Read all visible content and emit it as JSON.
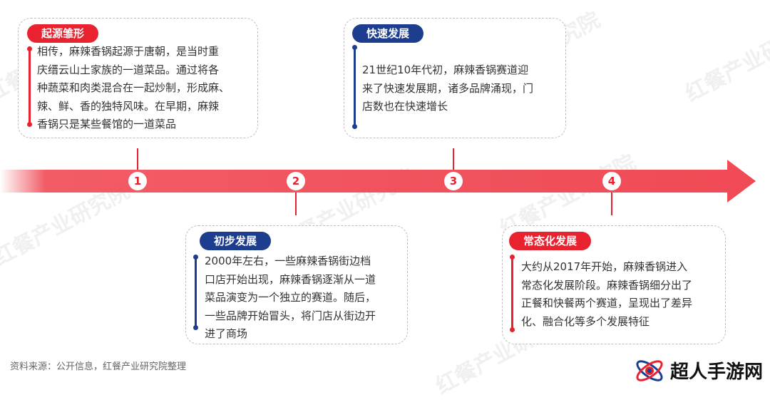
{
  "watermark": "红餐产业研究院",
  "timeline": [
    {
      "number": "1",
      "title": "起源雏形",
      "theme": "red",
      "lines": [
        "相传，麻辣香锅起源于唐朝，是当时重",
        "庆缙云山土家族的一道菜品。通过将各",
        "种蔬菜和肉类混合在一起炒制，形成麻、",
        "辣、鲜、香的独特风味。在早期，麻辣",
        "香锅只是某些餐馆的一道菜品"
      ]
    },
    {
      "number": "2",
      "title": "初步发展",
      "theme": "blue",
      "lines": [
        "2000年左右，一些麻辣香锅街边档",
        "口店开始出现，麻辣香锅逐渐从一道",
        "菜品演变为一个独立的赛道。随后，",
        "一些品牌开始冒头，将门店从街边开",
        "进了商场"
      ]
    },
    {
      "number": "3",
      "title": "快速发展",
      "theme": "blue",
      "lines": [
        "21世纪10年代初，麻辣香锅赛道迎",
        "来了快速发展期，诸多品牌涌现，门",
        "店数也在快速增长"
      ]
    },
    {
      "number": "4",
      "title": "常态化发展",
      "theme": "red",
      "lines": [
        "大约从2017年开始，麻辣香锅进入",
        "常态化发展阶段。麻辣香锅细分出了",
        "正餐和快餐两个赛道，呈现出了差异",
        "化、融合化等多个发展特征"
      ]
    }
  ],
  "source": "资料来源：公开信息，红餐产业研究院整理",
  "logo": {
    "text": "超人手游网"
  },
  "colors": {
    "red": "#e8232f",
    "blue": "#1d3d8f",
    "arrow": "#f04a55"
  }
}
